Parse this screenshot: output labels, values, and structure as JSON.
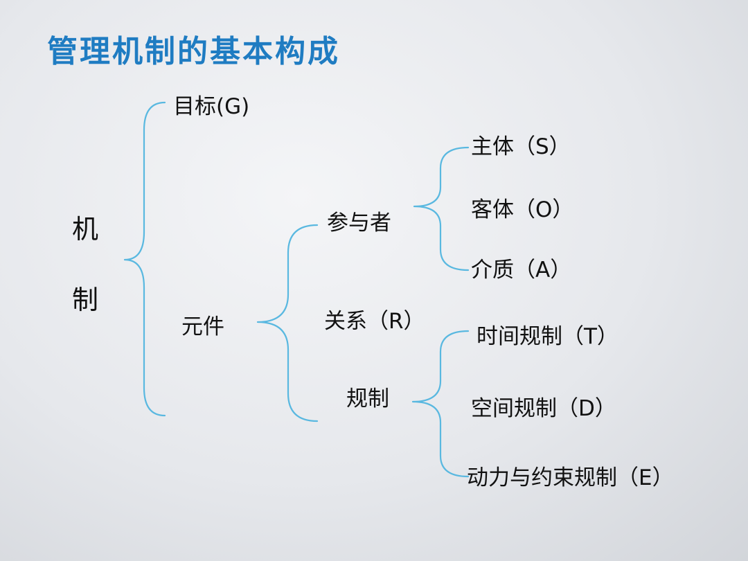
{
  "title": "管理机制的基本构成",
  "root": {
    "line1": "机",
    "line2": "制"
  },
  "level1": {
    "goal": "目标(G)",
    "elements": "元件"
  },
  "level2": {
    "participants": "参与者",
    "relations": "关系（R）",
    "rules": "规制"
  },
  "participants_children": [
    "主体（S）",
    "客体（O）",
    "介质（A）"
  ],
  "rules_children": [
    "时间规制（T）",
    "空间规制（D）",
    "动力与约束规制（E）"
  ],
  "colors": {
    "title": "#1f7cc2",
    "brace": "#59b8e0",
    "text": "#111111"
  }
}
